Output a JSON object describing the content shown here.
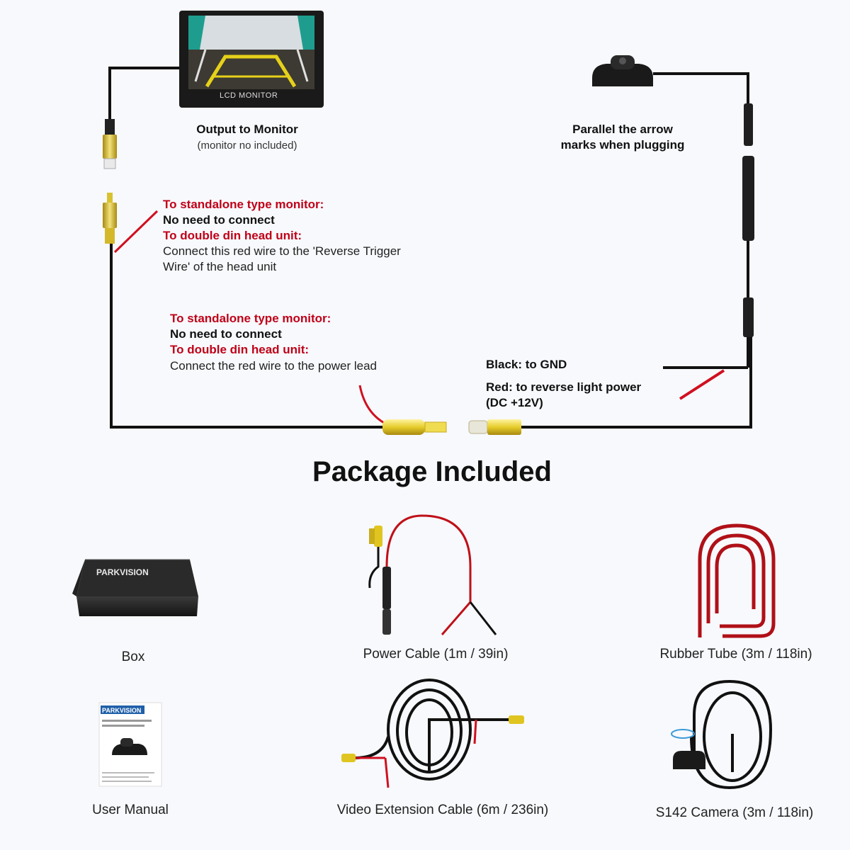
{
  "monitor": {
    "screen_label": "LCD MONITOR",
    "caption_title": "Output to Monitor",
    "caption_note": "(monitor no included)"
  },
  "camera_note": {
    "line1": "Parallel the arrow",
    "line2": "marks when plugging"
  },
  "trigger_note": {
    "standalone_heading": "To standalone type monitor:",
    "standalone_text": "No need to connect",
    "headunit_heading": "To double din head unit:",
    "headunit_line1": "Connect this red wire to the 'Reverse Trigger",
    "headunit_line2": "Wire' of the head unit"
  },
  "power_note": {
    "standalone_heading": "To standalone type monitor:",
    "standalone_text": "No need to connect",
    "headunit_heading": "To double din head unit:",
    "headunit_text": "Connect the red wire to the power lead"
  },
  "wire_note": {
    "black": "Black: to GND",
    "red_line1": "Red: to reverse light power",
    "red_line2": "(DC +12V)"
  },
  "package": {
    "title": "Package Included",
    "box_brand": "PARKVISION",
    "manual_brand": "PARKVISION",
    "items": [
      "Box",
      "Power Cable (1m / 39in)",
      "Rubber Tube (3m / 118in)",
      "User Manual",
      "Video Extension Cable (6m / 236in)",
      "S142 Camera (3m / 118in)"
    ]
  },
  "colors": {
    "wire_black": "#111111",
    "wire_red": "#d01020",
    "rca_yellow": "#e8d23a",
    "note_red": "#c00018",
    "background": "#f7f9fc"
  }
}
